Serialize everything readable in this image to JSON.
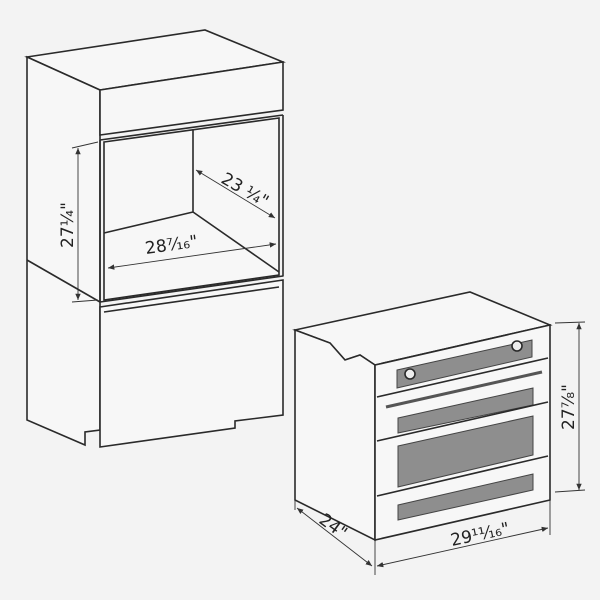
{
  "cabinet": {
    "height_label": "27¼\"",
    "width_label": "28⁷⁄₁₆\"",
    "depth_label": "23 ¼\""
  },
  "oven": {
    "height_label": "27⅞\"",
    "width_label": "29¹¹⁄₁₆\"",
    "depth_label": "24\""
  },
  "colors": {
    "background": "#f3f3f3",
    "line": "#2a2a2a",
    "glass": "#8e8e8e"
  }
}
